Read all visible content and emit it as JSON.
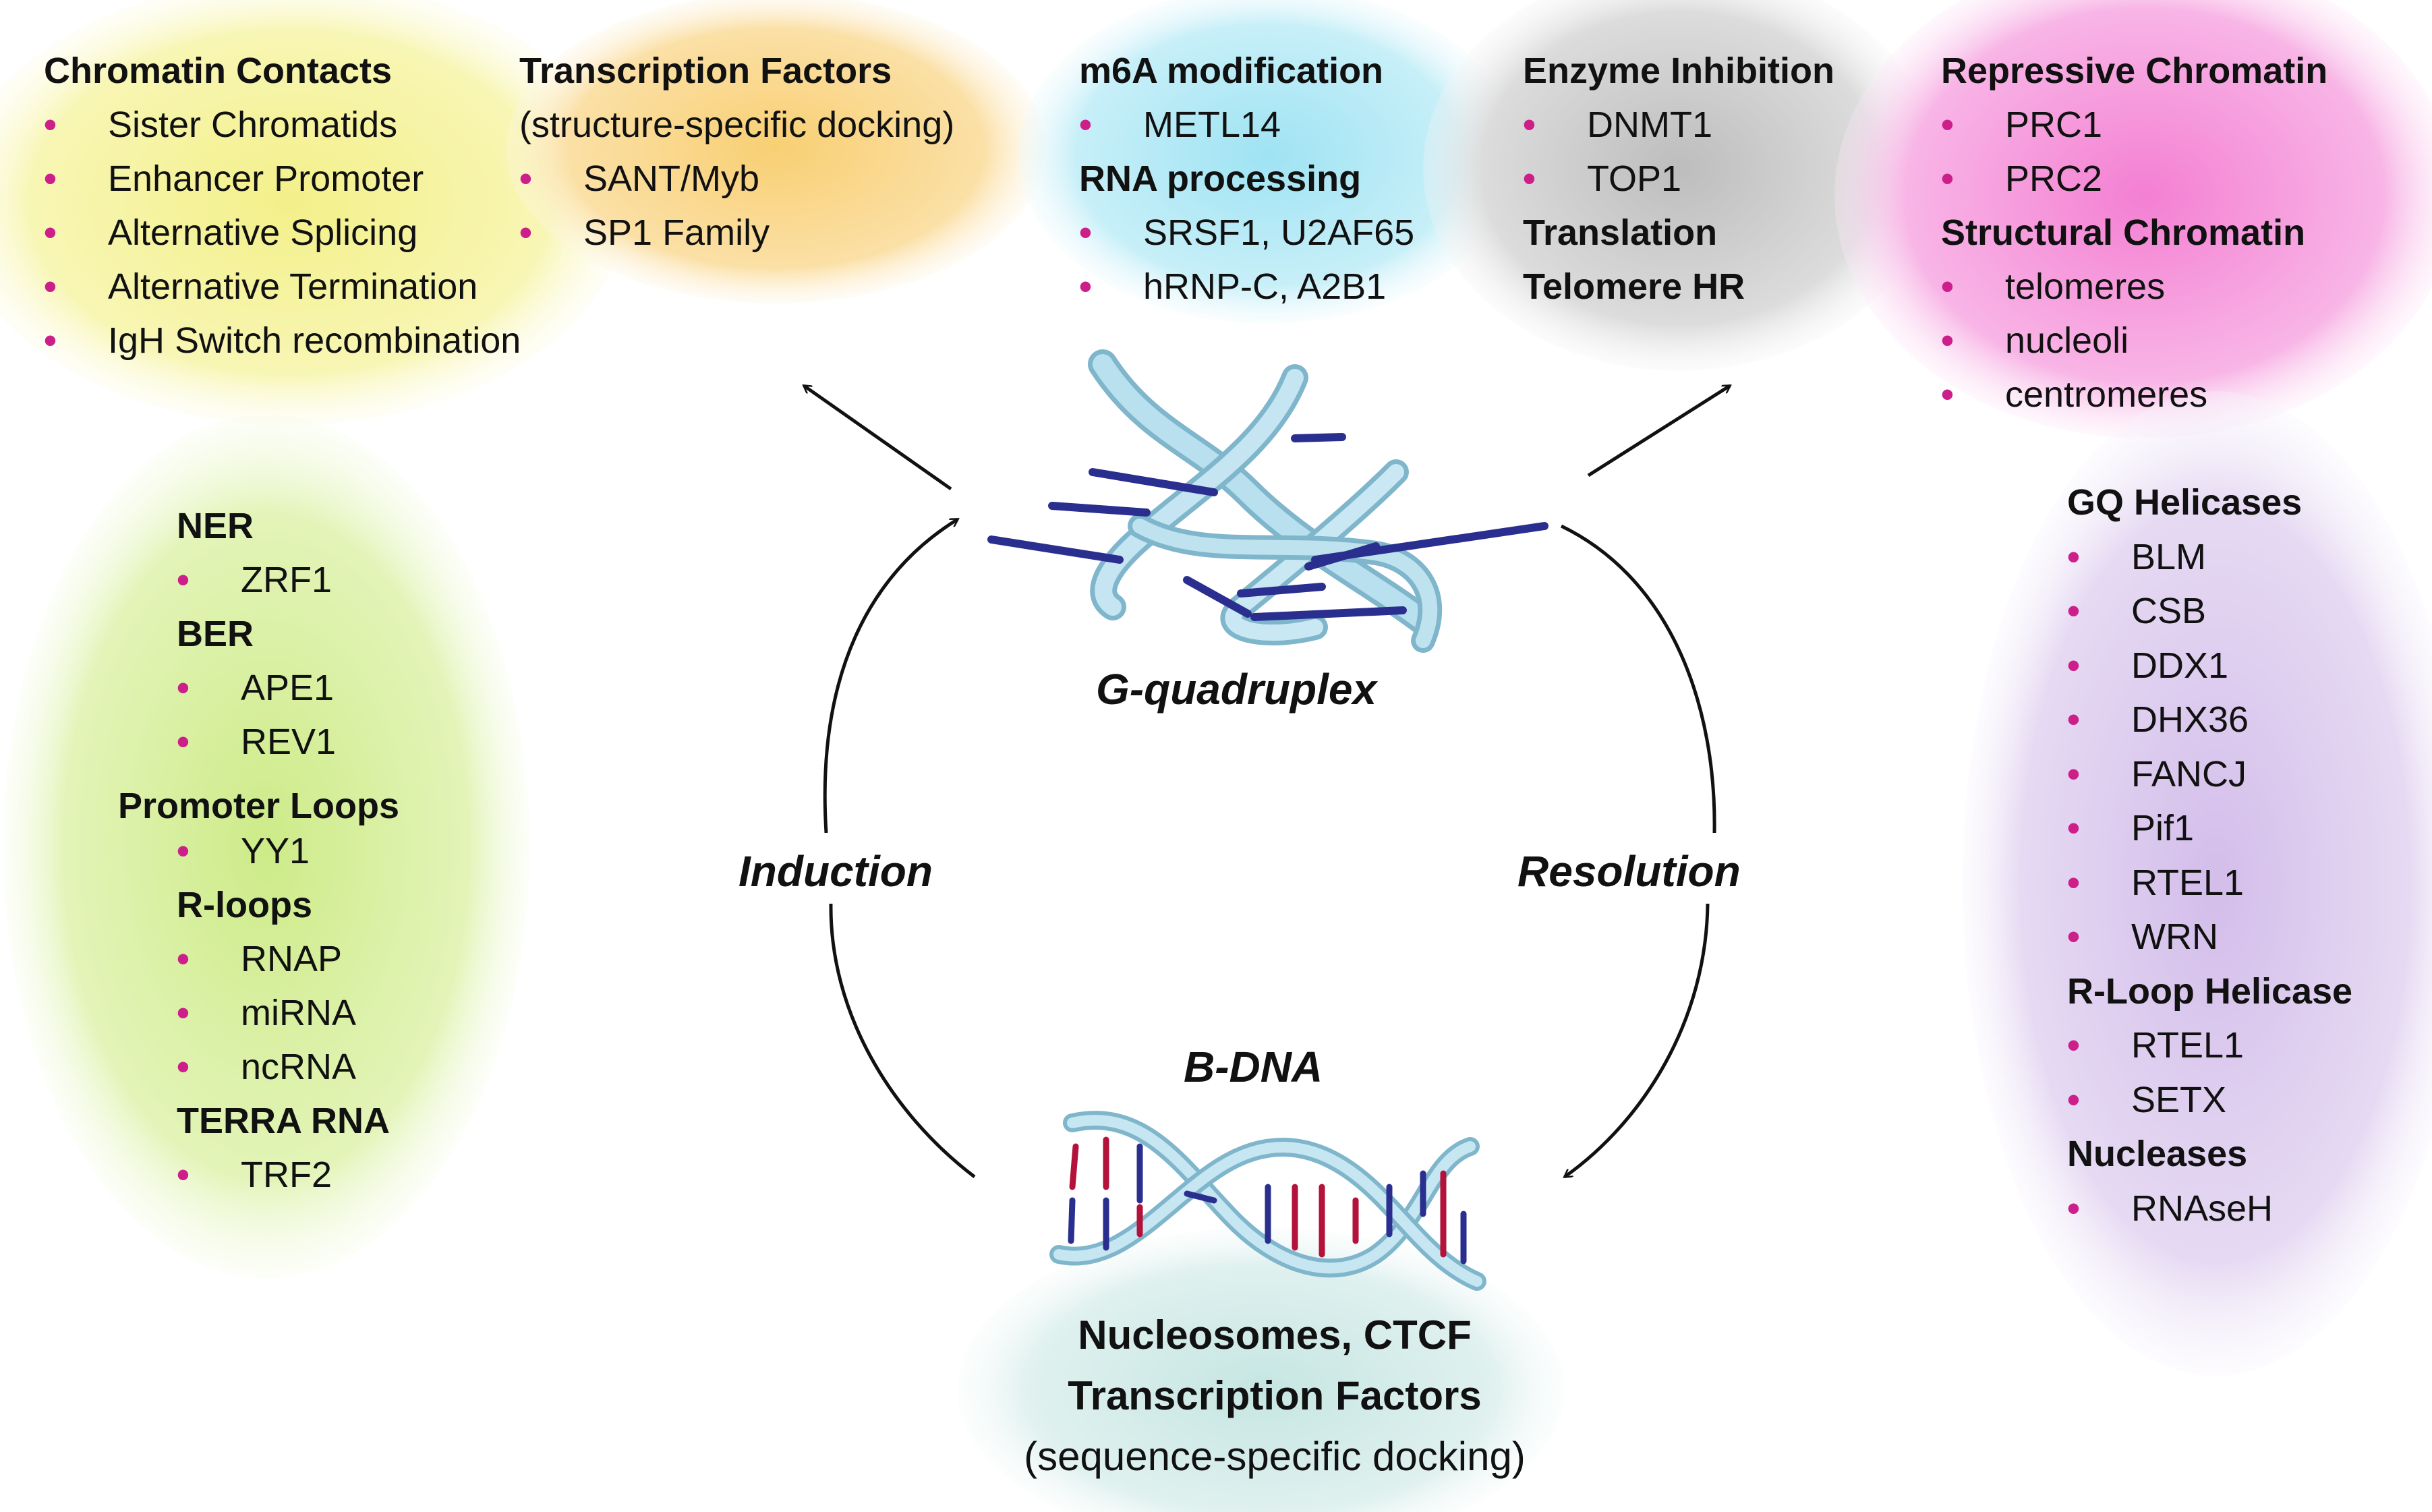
{
  "chromatin_contacts": {
    "heading": "Chromatin Contacts",
    "items": [
      "Sister Chromatids",
      "Enhancer Promoter",
      "Alternative Splicing",
      "Alternative Termination",
      "IgH Switch recombination"
    ]
  },
  "transcription_factors": {
    "heading": "Transcription Factors",
    "subheading": "(structure-specific docking)",
    "items": [
      "SANT/Myb",
      "SP1 Family"
    ]
  },
  "m6a": {
    "heading": "m6A modification",
    "items": [
      "METL14"
    ],
    "heading2": "RNA processing",
    "items2": [
      "SRSF1, U2AF65",
      "hRNP-C, A2B1"
    ]
  },
  "enzyme": {
    "heading": "Enzyme Inhibition",
    "items": [
      "DNMT1",
      "TOP1"
    ],
    "extra": [
      "Translation",
      "Telomere HR"
    ]
  },
  "repressive": {
    "heading": "Repressive Chromatin",
    "items": [
      "PRC1",
      "PRC2"
    ],
    "heading2": "Structural Chromatin",
    "items2": [
      "telomeres",
      "nucleoli",
      "centromeres"
    ]
  },
  "green_panel": {
    "groups": [
      {
        "heading": "NER",
        "items": [
          "ZRF1"
        ]
      },
      {
        "heading": "BER",
        "items": [
          "APE1",
          "REV1"
        ]
      },
      {
        "heading": "Promoter Loops",
        "items": [
          "YY1"
        ]
      },
      {
        "heading": "R-loops",
        "items": [
          "RNAP",
          "miRNA",
          "ncRNA"
        ]
      },
      {
        "heading": "TERRA RNA",
        "items": [
          "TRF2"
        ]
      }
    ]
  },
  "purple_panel": {
    "groups": [
      {
        "heading": "GQ Helicases",
        "items": [
          "BLM",
          "CSB",
          "DDX1",
          "DHX36",
          "FANCJ",
          "Pif1",
          "RTEL1",
          "WRN"
        ]
      },
      {
        "heading": "R-Loop Helicase",
        "items": [
          "RTEL1",
          "SETX"
        ]
      },
      {
        "heading": "Nucleases",
        "items": [
          "RNAseH"
        ]
      }
    ]
  },
  "center": {
    "gq_label": "G-quadruplex",
    "bdna_label": "B-DNA",
    "induction": "Induction",
    "resolution": "Resolution"
  },
  "bottom": {
    "line1": "Nucleosomes, CTCF",
    "line2": "Transcription Factors",
    "line3": "(sequence-specific docking)"
  },
  "colors": {
    "bullet": "#cc1f8a",
    "yellow": "#f7f59a",
    "orange": "#fbd98a",
    "cyan": "#a9e6f3",
    "gray": "#cfcfcf",
    "pink": "#f58fd8",
    "green": "#d9f2a0",
    "purple": "#dcc8ee",
    "teal": "#cfe9e6",
    "helix": "#a8d6e8",
    "bar_blue": "#2a2f8f",
    "bar_red": "#b3123a"
  }
}
